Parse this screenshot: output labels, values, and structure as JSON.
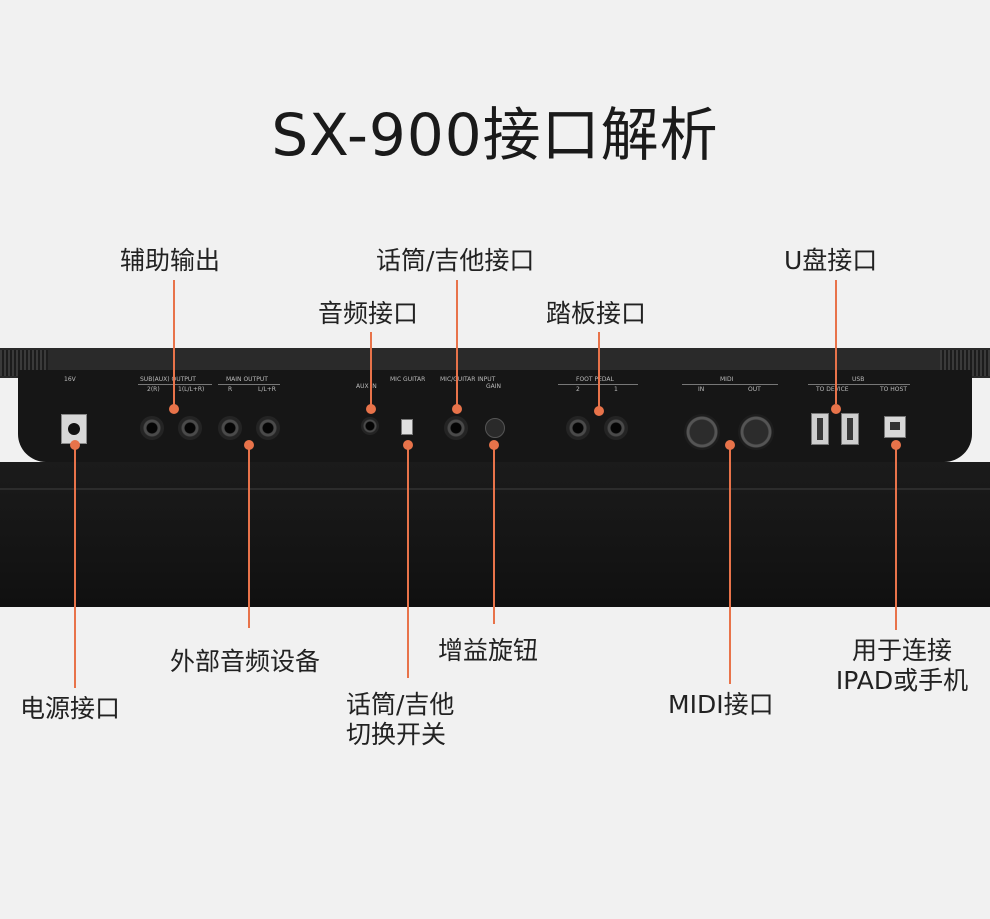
{
  "title": "SX-900接口解析",
  "labels": {
    "aux_output": "辅助输出",
    "mic_guitar_input": "话筒/吉他接口",
    "usb_drive": "U盘接口",
    "aux_in": "音频接口",
    "foot_pedal": "踏板接口",
    "external_audio": "外部音频设备",
    "gain_knob": "增益旋钮",
    "to_host_line1": "用于连接",
    "to_host_line2": "IPAD或手机",
    "power": "电源接口",
    "mic_switch_line1": "话筒/吉他",
    "mic_switch_line2": "切换开关",
    "midi": "MIDI接口"
  },
  "panel": {
    "dc_in": "16V",
    "sub_aux_output": "SUB(AUX) OUTPUT",
    "sub_2r": "2(R)",
    "sub_1l": "1(L/L+R)",
    "main_output": "MAIN OUTPUT",
    "main_r": "R",
    "main_l": "L/L+R",
    "aux_in": "AUX IN",
    "mic_guitar_switch": "MIC  GUITAR",
    "mic_guitar_input": "MIC/GUITAR INPUT",
    "gain": "GAIN",
    "foot_pedal": "FOOT PEDAL",
    "pedal_2": "2",
    "pedal_1": "1",
    "midi": "MIDI",
    "midi_in": "IN",
    "midi_out": "OUT",
    "usb": "USB",
    "to_device": "TO DEVICE",
    "to_host": "TO HOST"
  },
  "colors": {
    "accent": "#e8734a",
    "background": "#f1f1f1",
    "keyboard": "#161616"
  }
}
